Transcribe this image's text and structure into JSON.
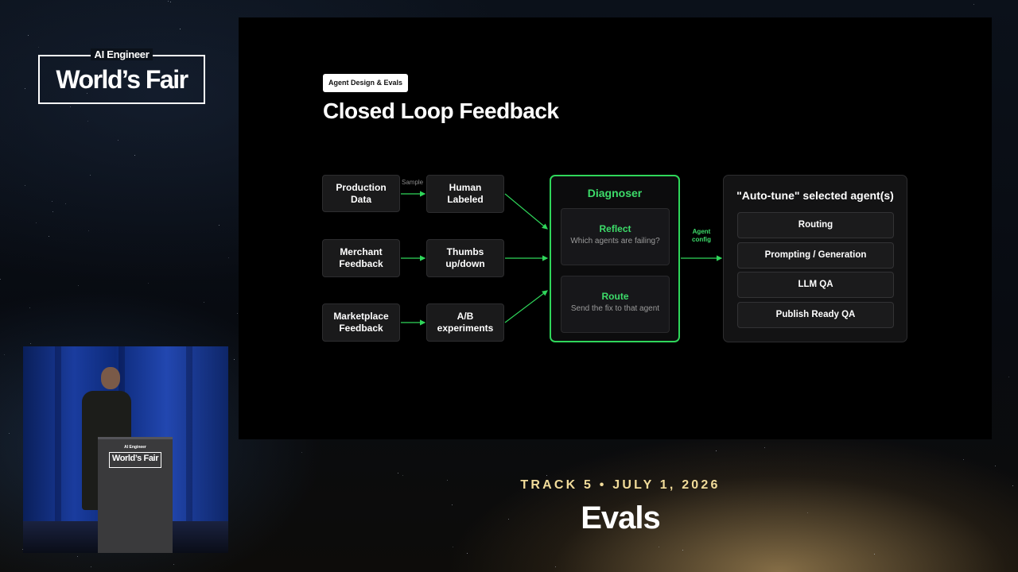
{
  "event": {
    "logo_top": "AI Engineer",
    "logo_main": "World’s Fair"
  },
  "slide": {
    "tag": "Agent Design & Evals",
    "title": "Closed Loop Feedback",
    "sources": [
      "Production\nData",
      "Merchant\nFeedback",
      "Marketplace\nFeedback"
    ],
    "signals": [
      "Human\nLabeled",
      "Thumbs\nup/down",
      "A/B\nexperiments"
    ],
    "sample_label": "Sample",
    "diagnoser": {
      "title": "Diagnoser",
      "reflect": {
        "title": "Reflect",
        "text": "Which agents are failing?"
      },
      "route": {
        "title": "Route",
        "text": "Send the fix to that agent"
      }
    },
    "agent_config_label": "Agent\nconfig",
    "autotune": {
      "title": "\"Auto-tune\" selected agent(s)",
      "items": [
        "Routing",
        "Prompting / Generation",
        "LLM QA",
        "Publish Ready QA"
      ]
    },
    "colors": {
      "accent": "#2fd65a",
      "node_bg": "#1a1a1b"
    }
  },
  "podium": {
    "small": "AI Engineer",
    "main": "World’s Fair"
  },
  "lower_third": {
    "track": "TRACK 5 • JULY 1, 2026",
    "session": "Evals"
  },
  "colors": {
    "track_text": "#f2dc9a",
    "stage_curtain": "#1a3c9e"
  }
}
